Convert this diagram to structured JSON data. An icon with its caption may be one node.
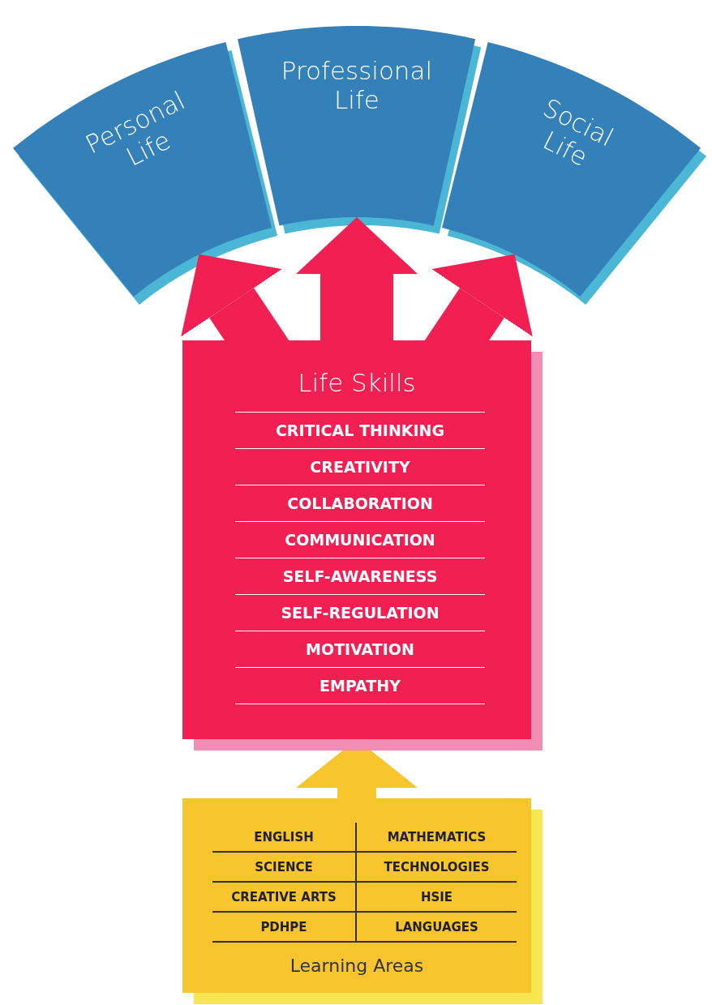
{
  "diagram": {
    "nodes": [
      {
        "text": [
          "Personal Life"
        ]
      },
      {
        "text": [
          "Professional Life"
        ]
      },
      {
        "text": [
          "Social Life"
        ]
      },
      {
        "text": [
          "Life Skills",
          "CRITICAL THINKING",
          "CREATIVITY",
          "COLLABORATION",
          "COMMUNICATION",
          "SELF-AWARENESS",
          "SELF-REGULATION",
          "MOTIVATION",
          "EMPATHY"
        ]
      },
      {
        "text": [
          "ENGLISH",
          "MATHEMATICS",
          "SCIENCE",
          "TECHNOLOGIES",
          "CREATIVE ARTS",
          "HSIE",
          "PDHPE",
          "LANGUAGES",
          "Learning Areas"
        ]
      }
    ],
    "edges": [
      {
        "from": 3,
        "to": 0,
        "arrow": "to"
      },
      {
        "from": 3,
        "to": 1,
        "arrow": "to"
      },
      {
        "from": 3,
        "to": 2,
        "arrow": "to"
      },
      {
        "from": 4,
        "to": 3,
        "arrow": "to",
        "color": "#f8c62c"
      }
    ]
  }
}
